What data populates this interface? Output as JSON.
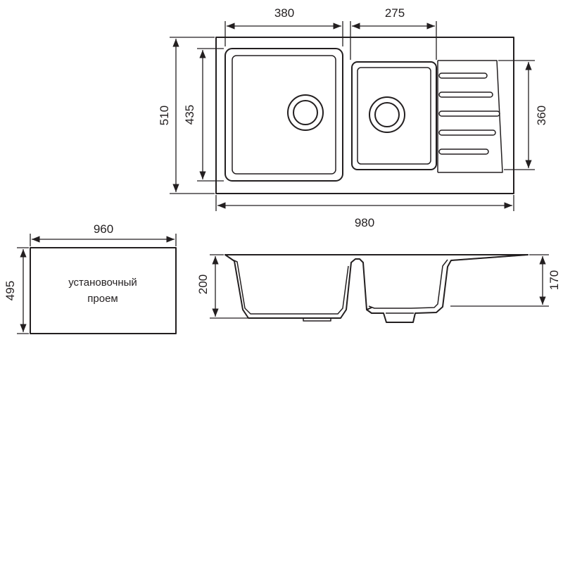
{
  "dimensions": {
    "main_bowl_width": "380",
    "small_bowl_width": "275",
    "overall_depth": "510",
    "main_bowl_depth": "435",
    "small_bowl_depth": "360",
    "overall_width": "980",
    "cutout_width": "960",
    "cutout_depth": "495",
    "bowl_height": "200",
    "drainboard_height": "170"
  },
  "cutout": {
    "label_line1": "установочный",
    "label_line2": "проем"
  }
}
